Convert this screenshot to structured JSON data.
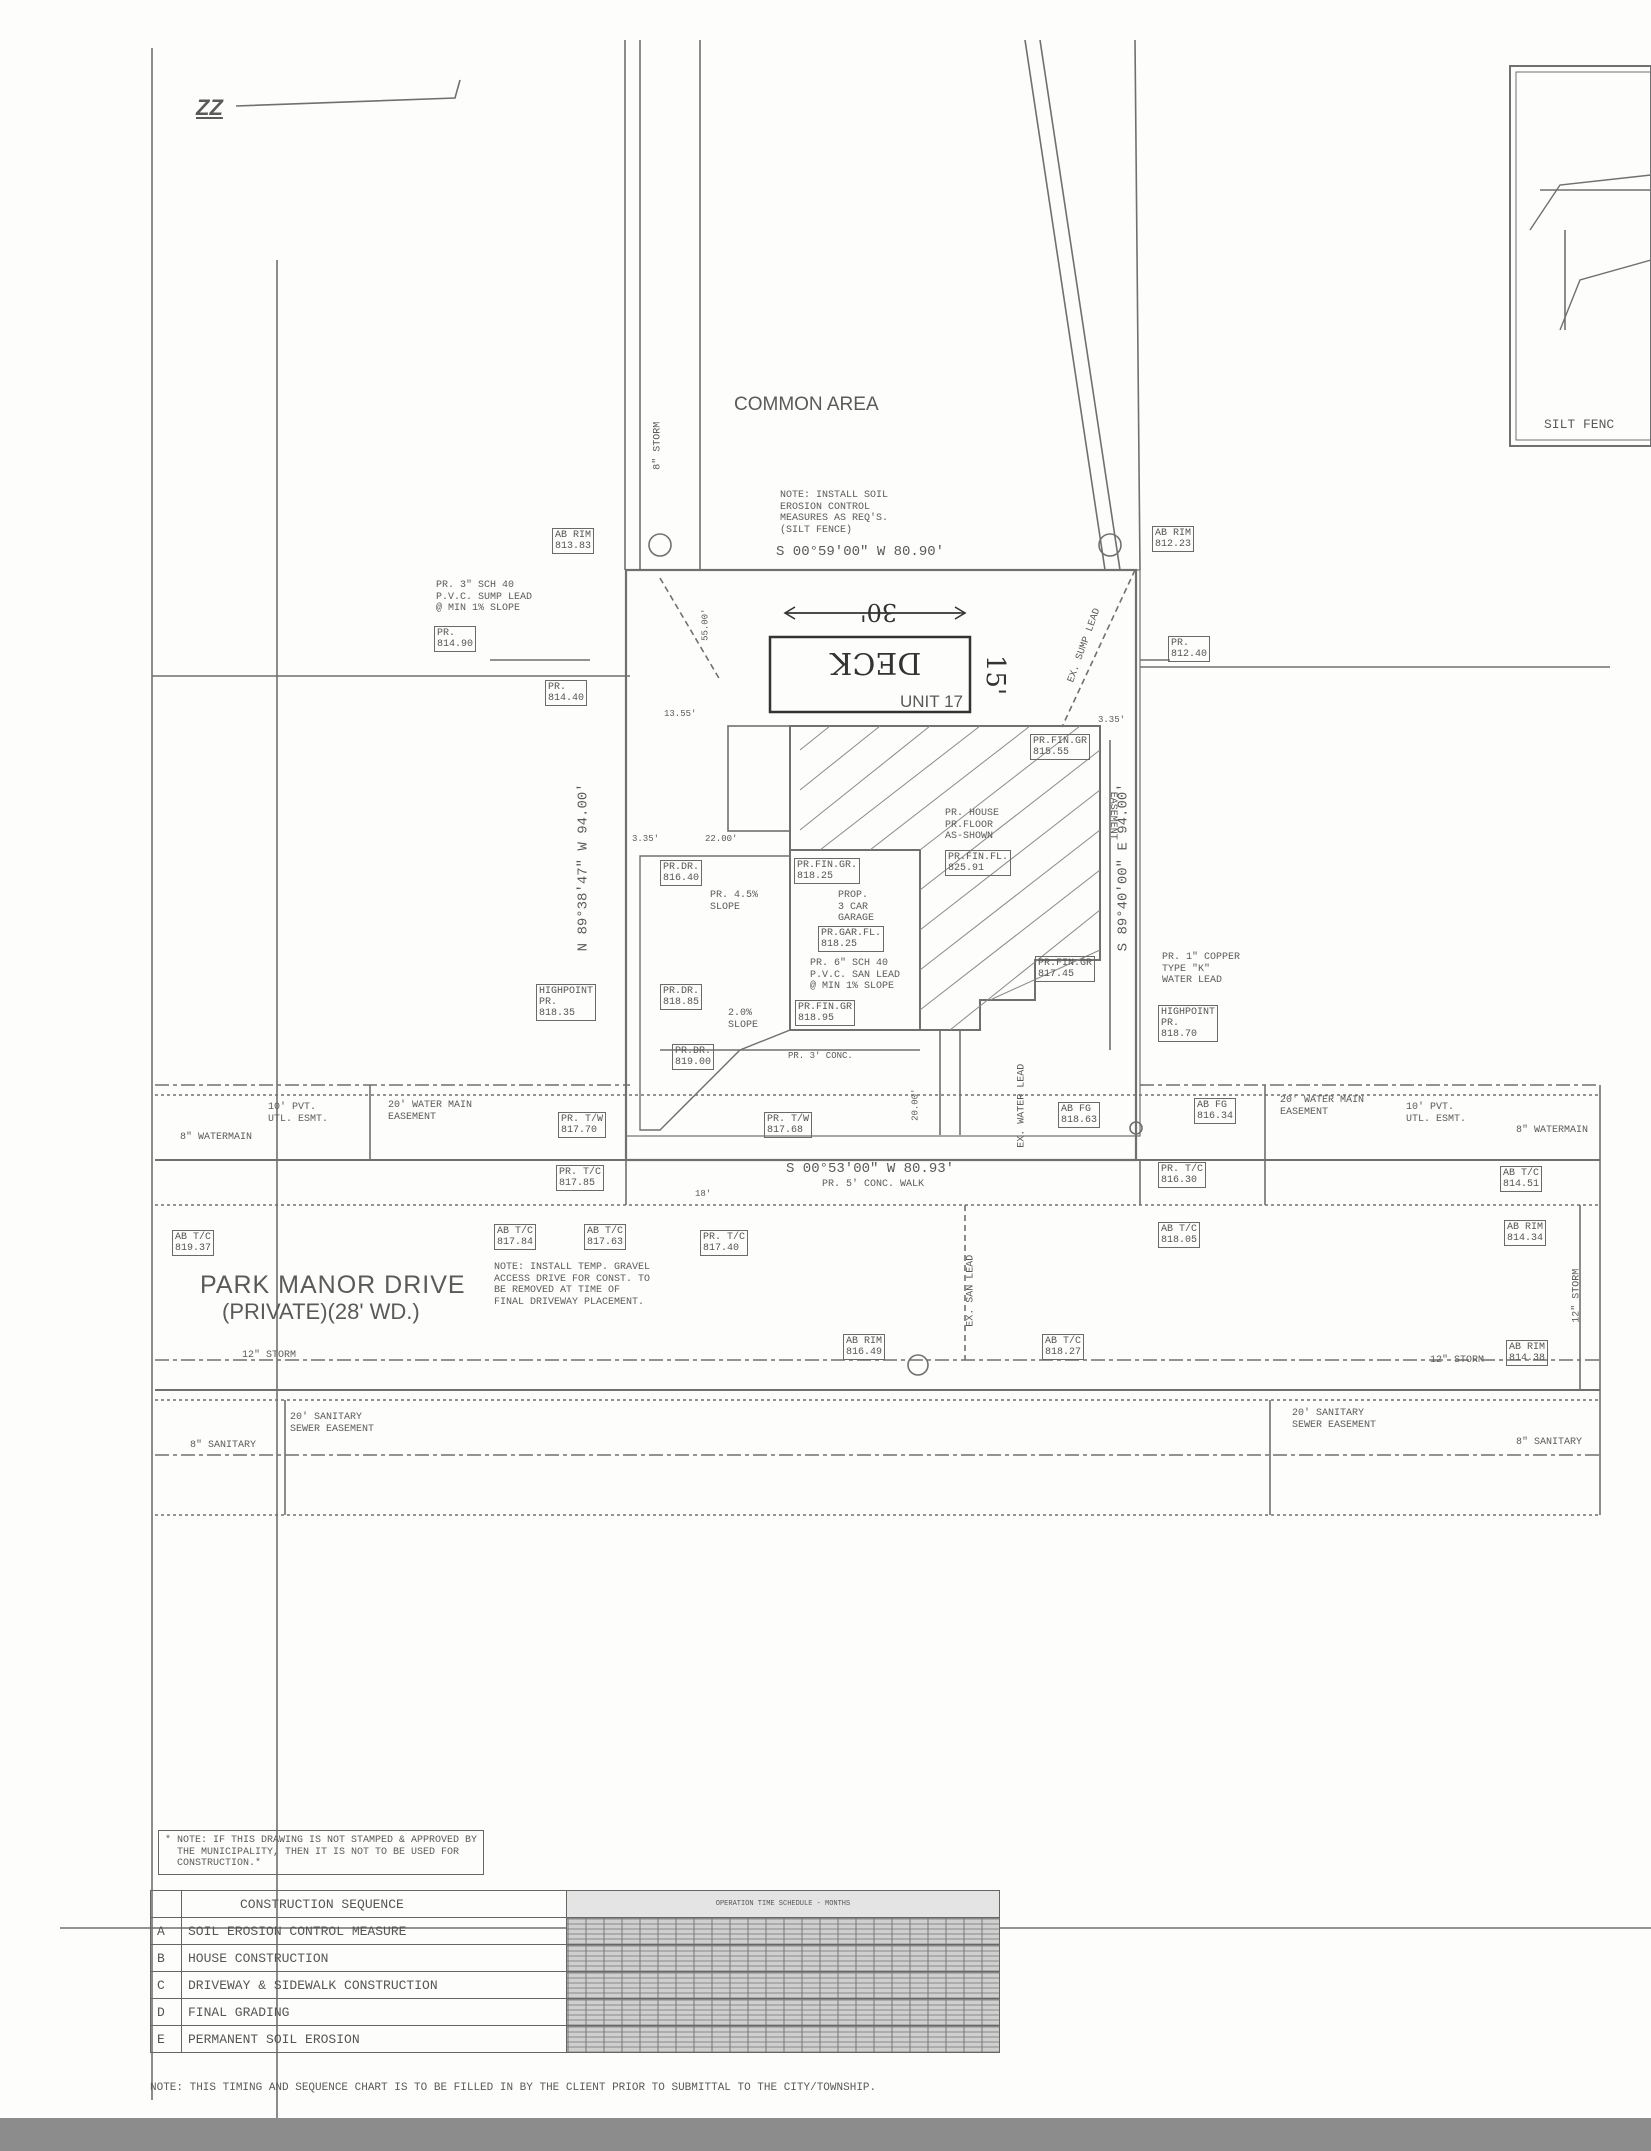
{
  "site": {
    "common_area": "COMMON AREA",
    "unit": "UNIT 17",
    "street_name": "PARK MANOR DRIVE",
    "street_sub": "(PRIVATE)(28' WD.)",
    "north_marker": "ZZ"
  },
  "bearings": {
    "top": "S 00°59'00\" W    80.90'",
    "bottom": "S 00°53'00\" W    80.93'",
    "left": "N 89°38'47\" W    94.00'",
    "right": "S 89°40'00\" E    94.00'",
    "bottom_walk": "PR. 5' CONC. WALK"
  },
  "dims": {
    "d1": "55.00'",
    "d2": "13.55'",
    "d3": "3.35'",
    "d4": "3.35'",
    "d5": "22.00'",
    "d6": "20.00'",
    "d7": "PR. 3' CONC.",
    "d8": "18'"
  },
  "handwriting": {
    "deck": "DECK",
    "deck_width": "30'",
    "deck_depth": "15'"
  },
  "notes": {
    "soil_erosion": "NOTE: INSTALL SOIL\nEROSION CONTROL\nMEASURES AS REQ'S.\n(SILT FENCE)",
    "sump": "PR. 3\" SCH 40\nP.V.C. SUMP LEAD\n@ MIN 1% SLOPE",
    "gravel": "NOTE: INSTALL TEMP. GRAVEL\nACCESS DRIVE FOR CONST. TO\nBE REMOVED AT TIME OF\nFINAL DRIVEWAY PLACEMENT.",
    "copper": "PR. 1\" COPPER\nTYPE \"K\"\nWATER LEAD",
    "san_lead": "PR. 6\" SCH 40\nP.V.C. SAN LEAD\n@ MIN 1% SLOPE",
    "garage": "PROP.\n3 CAR\nGARAGE",
    "house": "PR. HOUSE\nPR.FLOOR\nAS-SHOWN",
    "slope1": "PR. 4.5%\nSLOPE",
    "slope2": "2.0%\nSLOPE",
    "stamp": "* NOTE: IF THIS DRAWING IS NOT STAMPED & APPROVED BY\n  THE MUNICIPALITY, THEN IT IS NOT TO BE USED FOR\n  CONSTRUCTION.*",
    "timing": "NOTE: THIS TIMING AND SEQUENCE CHART IS TO BE FILLED IN BY THE CLIENT PRIOR TO SUBMITTAL TO THE CITY/TOWNSHIP.",
    "silt_fence": "SILT FENC"
  },
  "utilities": {
    "storm_top": "8\" STORM",
    "sump_lead": "EX. SUMP LEAD",
    "watermain_left": "8\" WATERMAIN",
    "watermain_right": "8\" WATERMAIN",
    "pvt_left": "10' PVT.\nUTL. ESMT.",
    "wm_ease_left": "20' WATER MAIN\nEASEMENT",
    "wm_ease_right": "20' WATER MAIN\nEASEMENT",
    "pvt_right": "10' PVT.\nUTL. ESMT.",
    "storm_left": "12\" STORM",
    "storm_right": "12\" STORM",
    "storm_vert": "12\" STORM",
    "san_ease_left": "20' SANITARY\nSEWER EASEMENT",
    "san_ease_right": "20' SANITARY\nSEWER EASEMENT",
    "san_left": "8\" SANITARY",
    "san_right": "8\" SANITARY",
    "ex_san": "EX. SAN LEAD",
    "ex_water": "EX. WATER LEAD",
    "easement": "EASEMENT"
  },
  "elevations": [
    "AB RIM\n813.83",
    "AB RIM\n812.23",
    "PR.\n814.90",
    "PR.\n814.40",
    "PR.\n812.40",
    "PR.FIN.GR\n815.55",
    "PR.DR.\n816.40",
    "PR.FIN.GR.\n818.25",
    "PR.FIN.FL.\n825.91",
    "PR.GAR.FL.\n818.25",
    "PR.FIN.GR\n817.45",
    "PR.DR.\n818.85",
    "PR.FIN.GR\n818.95",
    "PR.DR.\n819.00",
    "HIGHPOINT\nPR.\n818.35",
    "HIGHPOINT\nPR.\n818.70",
    "PR. T/W\n817.70",
    "PR. T/W\n817.68",
    "AB FG\n818.63",
    "AB FG\n816.34",
    "PR. T/C\n817.85",
    "PR. T/C\n816.30",
    "AB T/C\n817.84",
    "AB T/C\n817.63",
    "PR. T/C\n817.40",
    "AB T/C\n819.37",
    "AB T/C\n818.05",
    "AB T/C\n814.51",
    "AB RIM\n814.34",
    "AB RIM\n816.49",
    "AB T/C\n818.27",
    "AB RIM\n814.38"
  ],
  "sequence": {
    "header": "CONSTRUCTION SEQUENCE",
    "schedule_header": "OPERATION TIME SCHEDULE - MONTHS",
    "rows": [
      {
        "letter": "A",
        "task": "SOIL EROSION CONTROL MEASURE"
      },
      {
        "letter": "B",
        "task": "HOUSE CONSTRUCTION"
      },
      {
        "letter": "C",
        "task": "DRIVEWAY & SIDEWALK CONSTRUCTION"
      },
      {
        "letter": "D",
        "task": "FINAL GRADING"
      },
      {
        "letter": "E",
        "task": "PERMANENT SOIL EROSION"
      }
    ]
  }
}
